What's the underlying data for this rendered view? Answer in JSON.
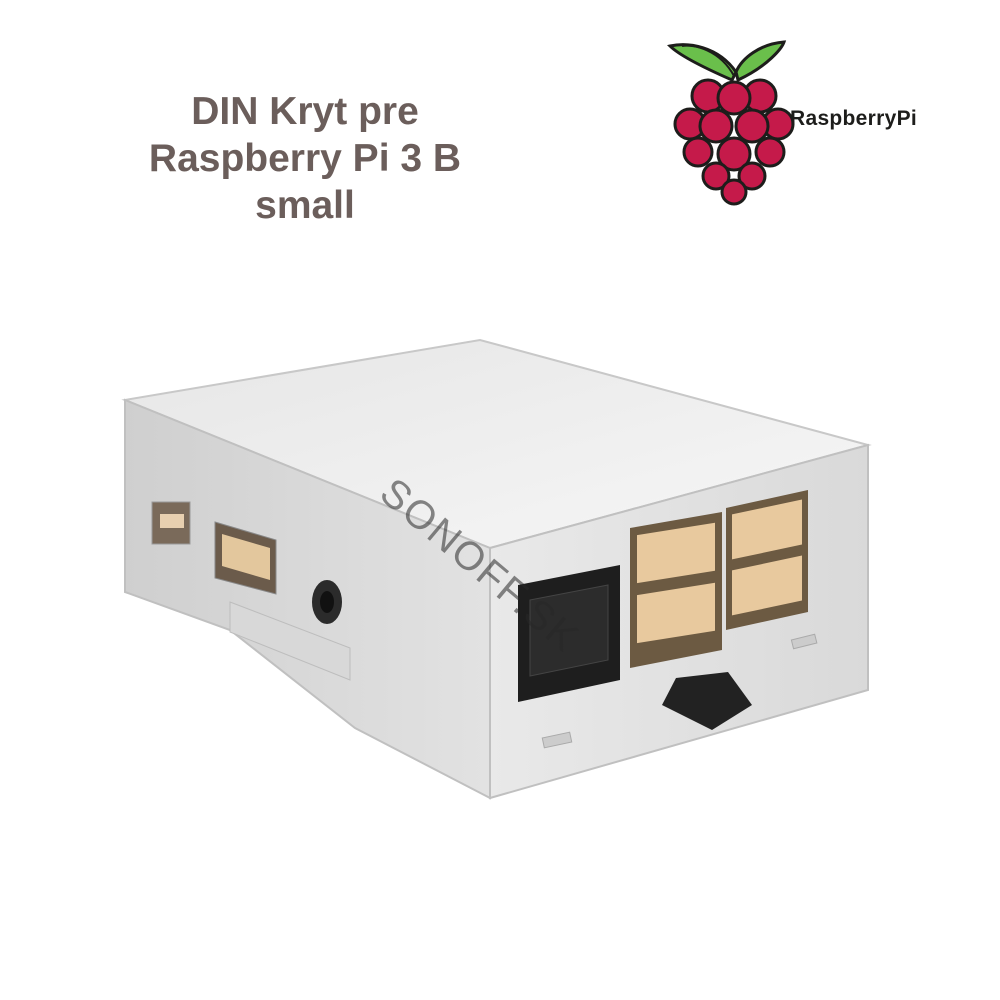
{
  "title": {
    "line1": "DIN Kryt pre",
    "line2": "Raspberry Pi 3 B",
    "line3": "small"
  },
  "logo": {
    "text": "RaspberryPi",
    "icon": "raspberry-pi-logo-icon",
    "leaf_color": "#6abf4b",
    "berry_color": "#c51a4a"
  },
  "watermark": {
    "text": "SONOFF.SK"
  },
  "product": {
    "icon": "din-rail-enclosure"
  }
}
